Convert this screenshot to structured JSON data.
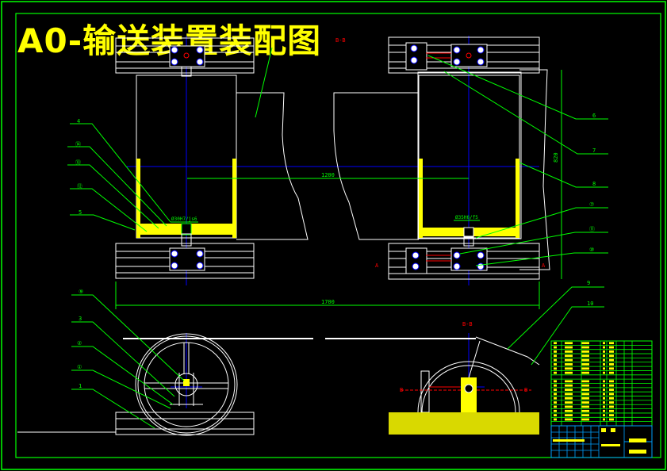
{
  "title": "A0-输送装置装配图",
  "section_labels": {
    "bb": "B-B",
    "aa_left": "A",
    "aa_right": "A",
    "bottom_bb": "B-B",
    "b_left": "B",
    "b_right": "B"
  },
  "dimensions": {
    "roller_spacing": "1200",
    "total_length": "1700",
    "height": "820",
    "fit_left": "Ø30H7/js6",
    "fit_right": "Ø35H6/f5"
  },
  "part_labels_left": [
    "4",
    "⑭",
    "⑬",
    "⑫",
    "5"
  ],
  "part_labels_right": [
    "6",
    "7",
    "8",
    "⑦",
    "⑪",
    "⑩",
    "9",
    "10"
  ],
  "part_labels_bottom_left": [
    "⑨",
    "3",
    "②",
    "①",
    "1"
  ],
  "colors": {
    "outline": "#ffffff",
    "leader": "#00ff00",
    "center": "#0000ff",
    "hatch": "#ffff00",
    "section": "#ff0000",
    "titleblock": "#00a0ff"
  }
}
